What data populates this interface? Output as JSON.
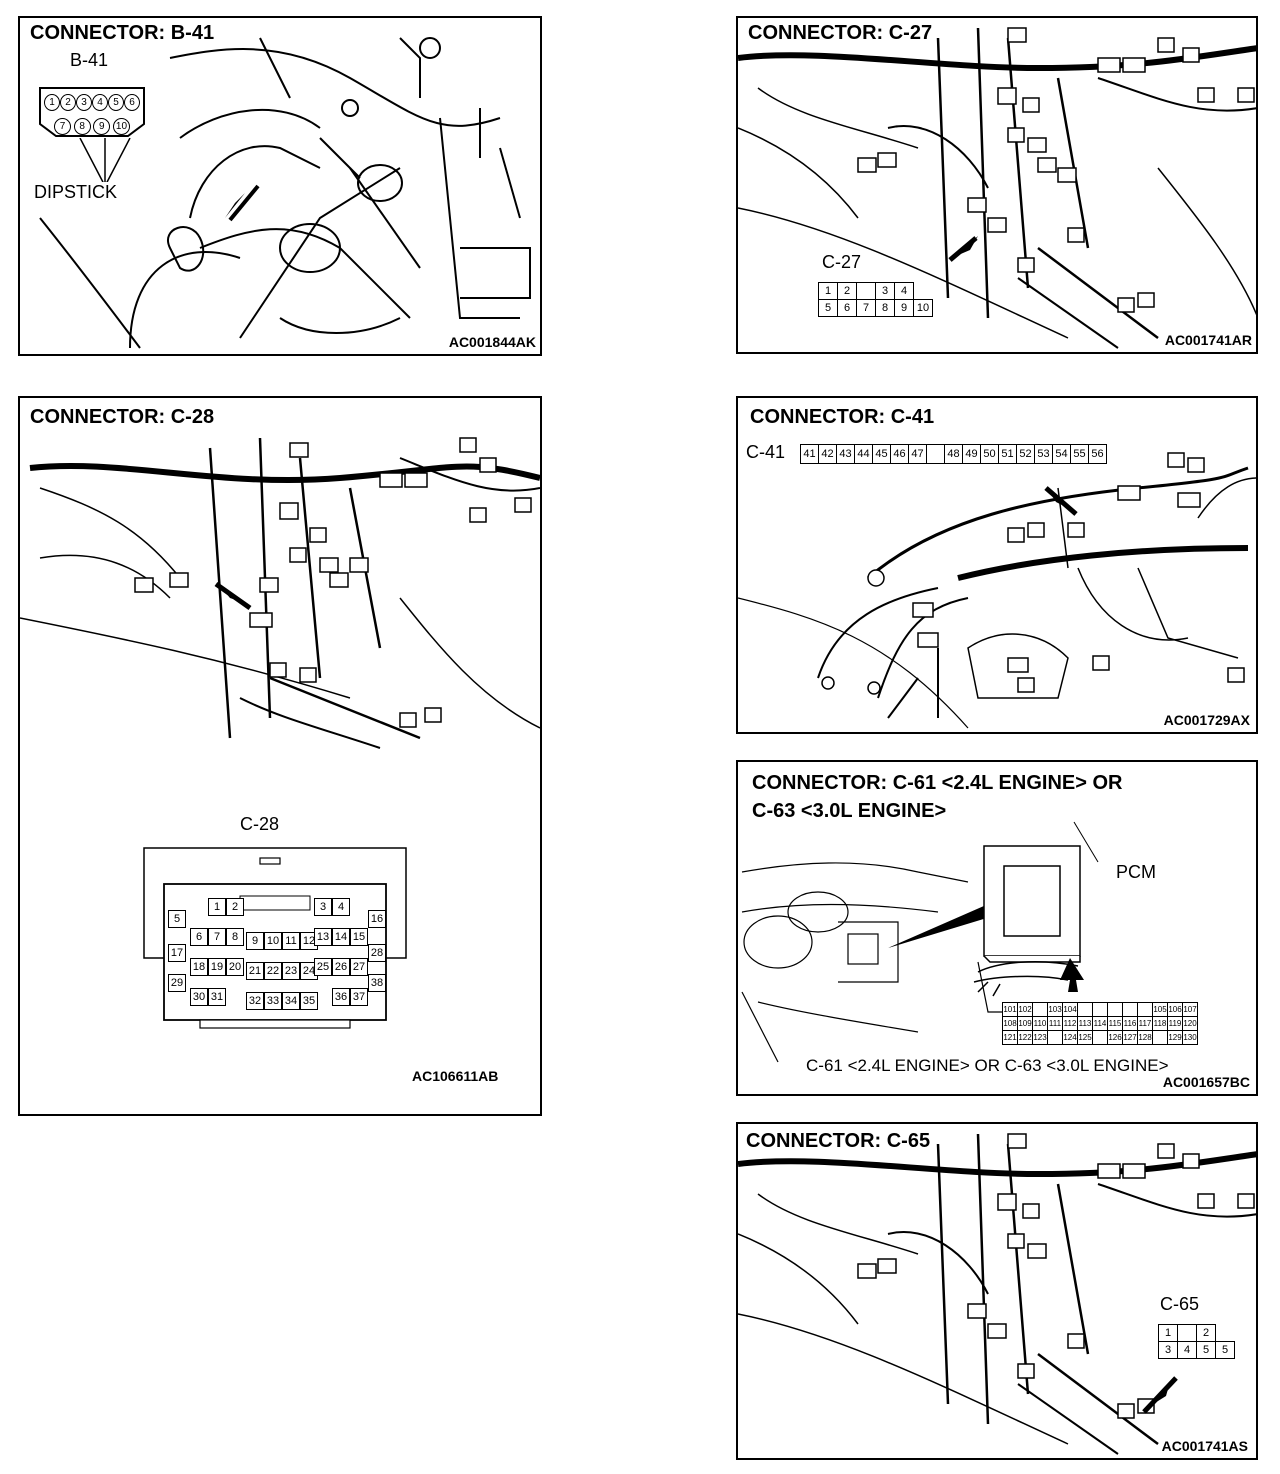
{
  "panels": {
    "b41": {
      "title": "CONNECTOR: B-41",
      "connector_label": "B-41",
      "pins_top": [
        "1",
        "2",
        "3",
        "4",
        "5",
        "6"
      ],
      "pins_bottom": [
        "7",
        "8",
        "9",
        "10"
      ],
      "callout": "DIPSTICK",
      "figure_id": "AC001844AK"
    },
    "c27": {
      "title": "CONNECTOR: C-27",
      "connector_label": "C-27",
      "pins_top": [
        "1",
        "2",
        "",
        "3",
        "4"
      ],
      "pins_bottom": [
        "5",
        "6",
        "7",
        "8",
        "9",
        "10"
      ],
      "figure_id": "AC001741AR"
    },
    "c28": {
      "title": "CONNECTOR: C-28",
      "connector_label": "C-28",
      "figure_id": "AC106611AB",
      "pins": [
        "1",
        "2",
        "3",
        "4",
        "5",
        "6",
        "7",
        "8",
        "9",
        "10",
        "11",
        "12",
        "13",
        "14",
        "15",
        "16",
        "17",
        "18",
        "19",
        "20",
        "21",
        "22",
        "23",
        "24",
        "25",
        "26",
        "27",
        "28",
        "29",
        "30",
        "31",
        "32",
        "33",
        "34",
        "35",
        "36",
        "37",
        "38"
      ]
    },
    "c41": {
      "title": "CONNECTOR: C-41",
      "connector_label": "C-41",
      "pins": [
        "41",
        "42",
        "43",
        "44",
        "45",
        "46",
        "47",
        "",
        "48",
        "49",
        "50",
        "51",
        "52",
        "53",
        "54",
        "55",
        "56"
      ],
      "figure_id": "AC001729AX"
    },
    "c61": {
      "title_line1": "CONNECTOR: C-61 <2.4L ENGINE> OR",
      "title_line2": "C-63 <3.0L ENGINE>",
      "callout": "PCM",
      "caption": "C-61 <2.4L ENGINE> OR C-63 <3.0L ENGINE>",
      "figure_id": "AC001657BC",
      "pins_row1": [
        "101",
        "102",
        "",
        "103",
        "104",
        "",
        "",
        "",
        "",
        "",
        "105",
        "106",
        "107"
      ],
      "pins_row2": [
        "108",
        "109",
        "110",
        "111",
        "112",
        "113",
        "114",
        "115",
        "116",
        "117",
        "118",
        "119",
        "120"
      ],
      "pins_row3": [
        "121",
        "122",
        "123",
        "",
        "124",
        "125",
        "",
        "126",
        "127",
        "128",
        "",
        "129",
        "130"
      ]
    },
    "c65": {
      "title": "CONNECTOR: C-65",
      "connector_label": "C-65",
      "pins_top": [
        "1",
        "",
        "2"
      ],
      "pins_bottom": [
        "3",
        "4",
        "5",
        "5"
      ],
      "figure_id": "AC001741AS"
    }
  }
}
